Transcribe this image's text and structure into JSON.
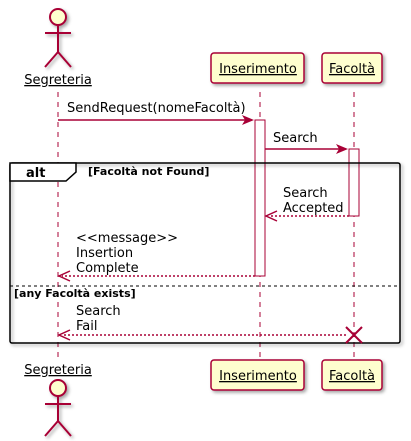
{
  "participants": {
    "segreteria": "Segreteria",
    "inserimento": "Inserimento",
    "facolta": "Facoltà"
  },
  "messages": {
    "send_request": "SendRequest(nomeFacoltà)",
    "search": "Search",
    "search_accepted_line1": "Search",
    "search_accepted_line2": "Accepted",
    "insertion_line1": "<<message>>",
    "insertion_line2": "Insertion",
    "insertion_line3": "Complete",
    "search_fail_line1": "Search",
    "search_fail_line2": "Fail"
  },
  "fragment": {
    "keyword": "alt",
    "guard1": "[Facoltà not Found]",
    "guard2": "[any Facoltà exists]"
  },
  "colors": {
    "lifeline": "#A80036",
    "participant_fill": "#FEFECE",
    "arrow": "#A80036",
    "fragment_border": "#000000"
  }
}
